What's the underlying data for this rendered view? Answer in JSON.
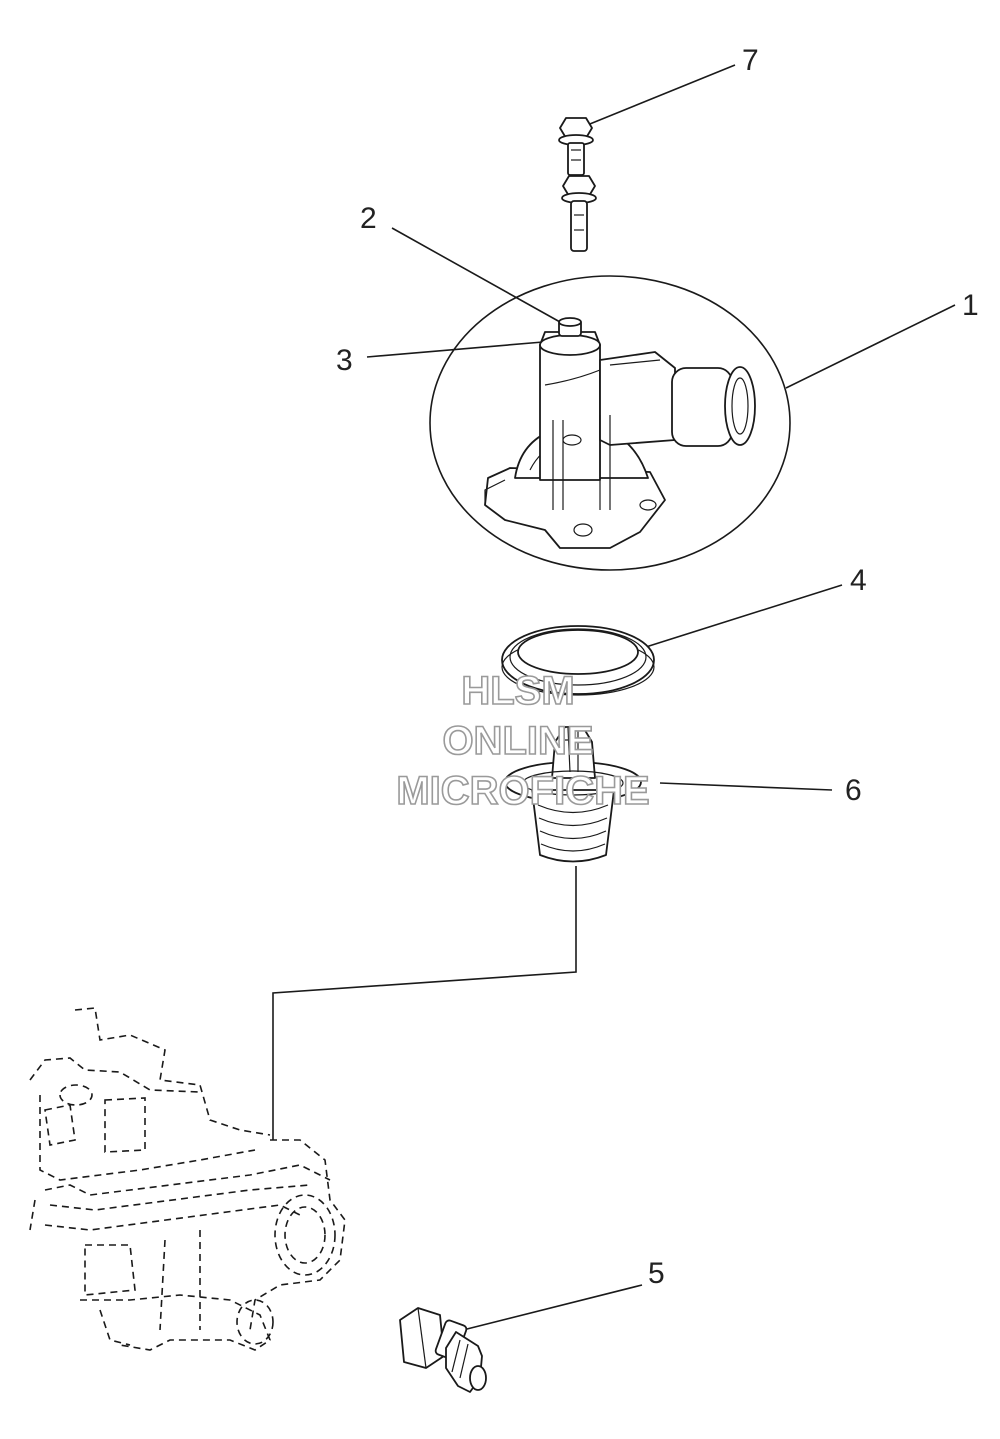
{
  "callouts": [
    {
      "id": "callout-1",
      "label": "1"
    },
    {
      "id": "callout-2",
      "label": "2"
    },
    {
      "id": "callout-3",
      "label": "3"
    },
    {
      "id": "callout-4",
      "label": "4"
    },
    {
      "id": "callout-5",
      "label": "5"
    },
    {
      "id": "callout-6",
      "label": "6"
    },
    {
      "id": "callout-7",
      "label": "7"
    }
  ],
  "watermark": {
    "line1": "HLSM",
    "line2": "ONLINE",
    "line3": "MICROFICHE"
  },
  "colors": {
    "line": "#1a1a1a",
    "watermark": "#9a9a9a",
    "background": "#ffffff"
  }
}
